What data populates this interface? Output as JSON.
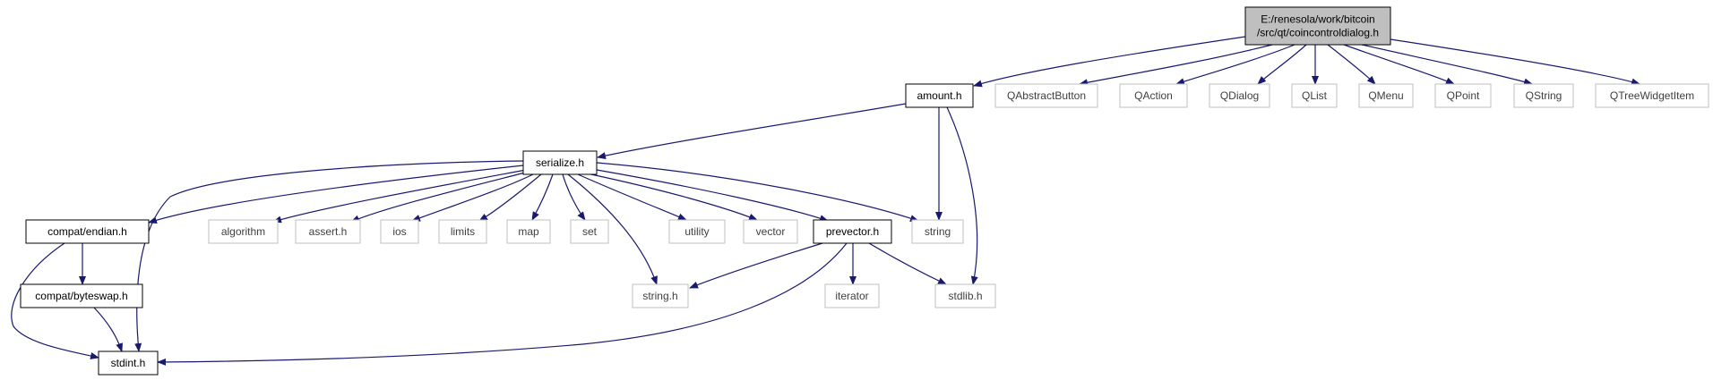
{
  "diagram": {
    "type": "include-dependency-graph",
    "nodes": [
      {
        "id": "root",
        "lines": [
          "E:/renesola/work/bitcoin",
          "/src/qt/coincontroldialog.h"
        ],
        "kind": "root"
      },
      {
        "id": "amount",
        "lines": [
          "amount.h"
        ],
        "kind": "doc"
      },
      {
        "id": "qabstractbutton",
        "lines": [
          "QAbstractButton"
        ],
        "kind": "external"
      },
      {
        "id": "qaction",
        "lines": [
          "QAction"
        ],
        "kind": "external"
      },
      {
        "id": "qdialog",
        "lines": [
          "QDialog"
        ],
        "kind": "external"
      },
      {
        "id": "qlist",
        "lines": [
          "QList"
        ],
        "kind": "external"
      },
      {
        "id": "qmenu",
        "lines": [
          "QMenu"
        ],
        "kind": "external"
      },
      {
        "id": "qpoint",
        "lines": [
          "QPoint"
        ],
        "kind": "external"
      },
      {
        "id": "qstring",
        "lines": [
          "QString"
        ],
        "kind": "external"
      },
      {
        "id": "qtreewidgetitem",
        "lines": [
          "QTreeWidgetItem"
        ],
        "kind": "external"
      },
      {
        "id": "serialize",
        "lines": [
          "serialize.h"
        ],
        "kind": "doc"
      },
      {
        "id": "string",
        "lines": [
          "string"
        ],
        "kind": "external"
      },
      {
        "id": "stdlib",
        "lines": [
          "stdlib.h"
        ],
        "kind": "external"
      },
      {
        "id": "endian",
        "lines": [
          "compat/endian.h"
        ],
        "kind": "doc"
      },
      {
        "id": "algorithm",
        "lines": [
          "algorithm"
        ],
        "kind": "external"
      },
      {
        "id": "assert",
        "lines": [
          "assert.h"
        ],
        "kind": "external"
      },
      {
        "id": "ios",
        "lines": [
          "ios"
        ],
        "kind": "external"
      },
      {
        "id": "limits",
        "lines": [
          "limits"
        ],
        "kind": "external"
      },
      {
        "id": "map",
        "lines": [
          "map"
        ],
        "kind": "external"
      },
      {
        "id": "set",
        "lines": [
          "set"
        ],
        "kind": "external"
      },
      {
        "id": "utility",
        "lines": [
          "utility"
        ],
        "kind": "external"
      },
      {
        "id": "vector",
        "lines": [
          "vector"
        ],
        "kind": "external"
      },
      {
        "id": "prevector",
        "lines": [
          "prevector.h"
        ],
        "kind": "doc"
      },
      {
        "id": "stringh",
        "lines": [
          "string.h"
        ],
        "kind": "external"
      },
      {
        "id": "iterator",
        "lines": [
          "iterator"
        ],
        "kind": "external"
      },
      {
        "id": "byteswap",
        "lines": [
          "compat/byteswap.h"
        ],
        "kind": "doc"
      },
      {
        "id": "stdint",
        "lines": [
          "stdint.h"
        ],
        "kind": "doc"
      }
    ],
    "edges": [
      [
        "root",
        "amount"
      ],
      [
        "root",
        "qabstractbutton"
      ],
      [
        "root",
        "qaction"
      ],
      [
        "root",
        "qdialog"
      ],
      [
        "root",
        "qlist"
      ],
      [
        "root",
        "qmenu"
      ],
      [
        "root",
        "qpoint"
      ],
      [
        "root",
        "qstring"
      ],
      [
        "root",
        "qtreewidgetitem"
      ],
      [
        "amount",
        "serialize"
      ],
      [
        "amount",
        "string"
      ],
      [
        "amount",
        "stdlib"
      ],
      [
        "serialize",
        "endian"
      ],
      [
        "serialize",
        "algorithm"
      ],
      [
        "serialize",
        "assert"
      ],
      [
        "serialize",
        "ios"
      ],
      [
        "serialize",
        "limits"
      ],
      [
        "serialize",
        "map"
      ],
      [
        "serialize",
        "set"
      ],
      [
        "serialize",
        "stringh"
      ],
      [
        "serialize",
        "utility"
      ],
      [
        "serialize",
        "vector"
      ],
      [
        "serialize",
        "prevector"
      ],
      [
        "serialize",
        "string"
      ],
      [
        "serialize",
        "stdint"
      ],
      [
        "endian",
        "byteswap"
      ],
      [
        "endian",
        "stdint"
      ],
      [
        "byteswap",
        "stdint"
      ],
      [
        "prevector",
        "stringh"
      ],
      [
        "prevector",
        "iterator"
      ],
      [
        "prevector",
        "stdlib"
      ],
      [
        "prevector",
        "stdint"
      ]
    ],
    "colors": {
      "edge": "#191970",
      "root_fill": "#bfbfbf",
      "doc_border": "#000000",
      "external_border": "#bfbfbf"
    }
  }
}
